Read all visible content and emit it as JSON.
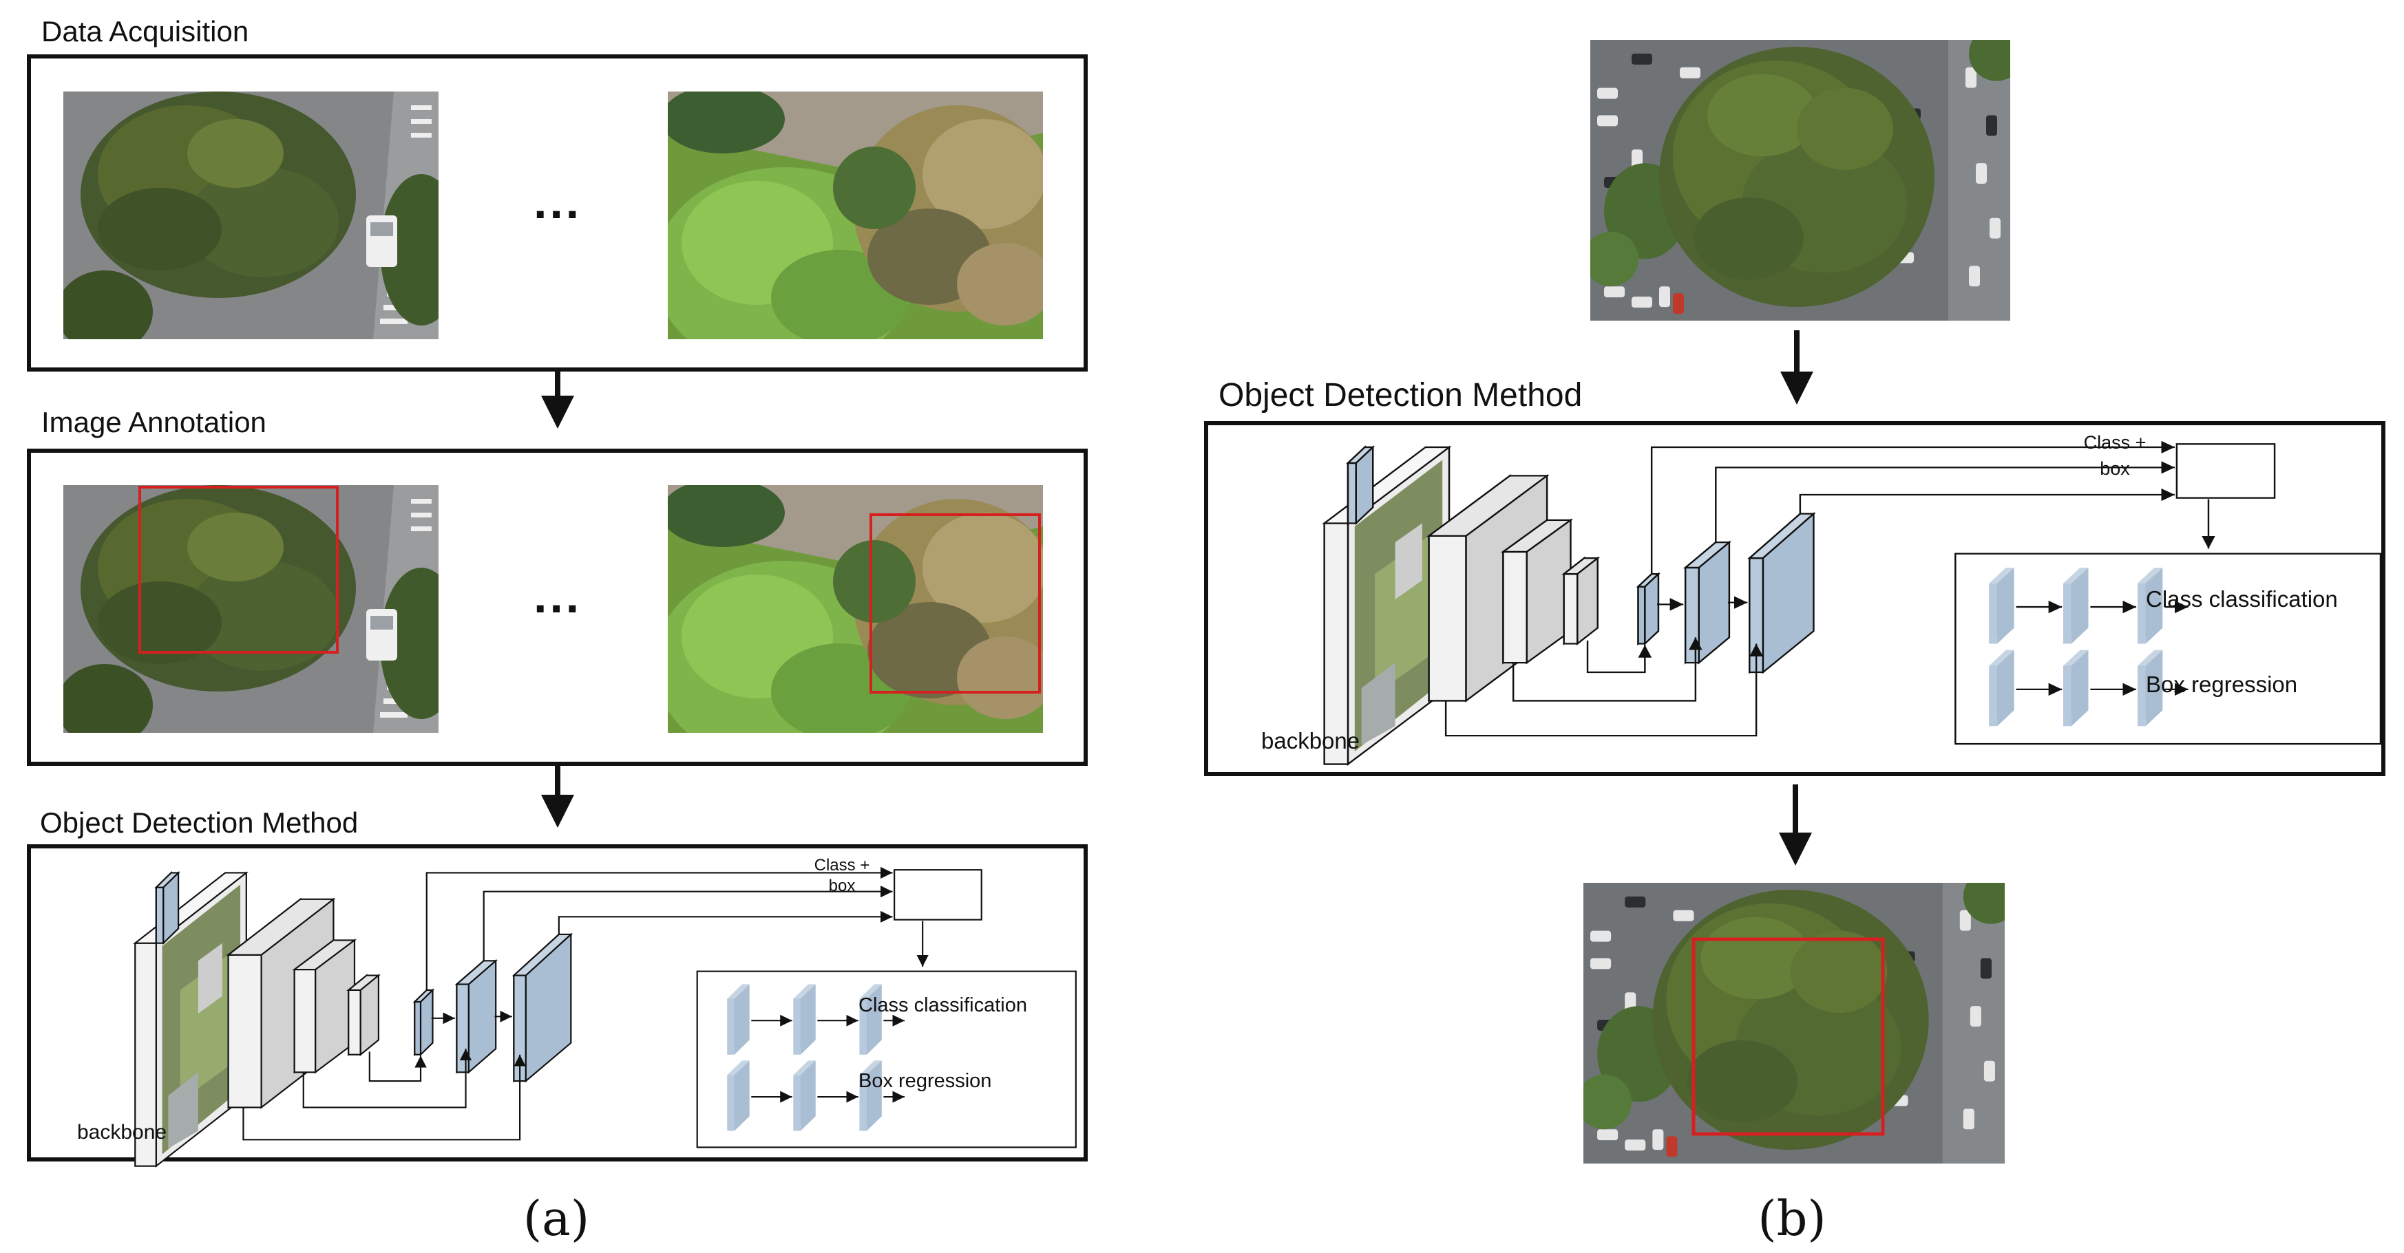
{
  "panel_a": {
    "caption": "(a)",
    "stages": [
      {
        "title": "Data Acquisition",
        "ellipsis": "···"
      },
      {
        "title": "Image Annotation",
        "ellipsis": "···"
      },
      {
        "title": "Object Detection Method"
      }
    ]
  },
  "panel_b": {
    "caption": "(b)",
    "title": "Object Detection Method"
  },
  "network": {
    "backbone_label": "backbone",
    "class_box_line1": "Class +",
    "class_box_line2": "box",
    "head_class_label": "Class classification",
    "head_box_label": "Box regression"
  },
  "colors": {
    "feature_blue": "#a9bdd3",
    "feature_gray": "#d8d8d8",
    "annotation_red": "#d62020",
    "road": "#7d7f82",
    "tree_dark": "#46582e",
    "tree_mid": "#5b7232",
    "tree_light": "#7fb44a",
    "tree_yellow": "#9a8a55"
  }
}
